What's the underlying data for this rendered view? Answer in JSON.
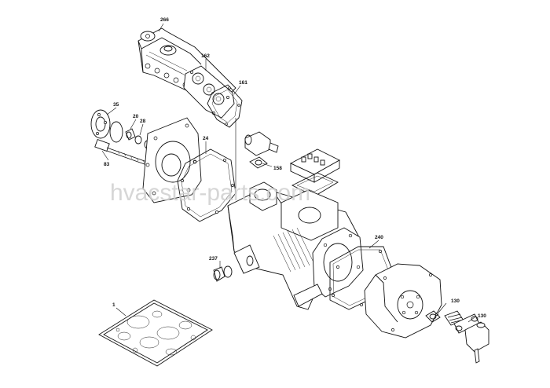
{
  "watermark": "hvacstar-parts.com",
  "callouts": [
    {
      "id": "c266",
      "text": "266"
    },
    {
      "id": "c162",
      "text": "162"
    },
    {
      "id": "c161",
      "text": "161"
    },
    {
      "id": "c35",
      "text": "35"
    },
    {
      "id": "c20",
      "text": "20"
    },
    {
      "id": "c28",
      "text": "28"
    },
    {
      "id": "c24",
      "text": "24"
    },
    {
      "id": "c83",
      "text": "83"
    },
    {
      "id": "c158",
      "text": "158"
    },
    {
      "id": "c240",
      "text": "240"
    },
    {
      "id": "c237",
      "text": "237"
    },
    {
      "id": "c130a",
      "text": "130"
    },
    {
      "id": "c130b",
      "text": "130"
    },
    {
      "id": "c1",
      "text": "1"
    }
  ]
}
